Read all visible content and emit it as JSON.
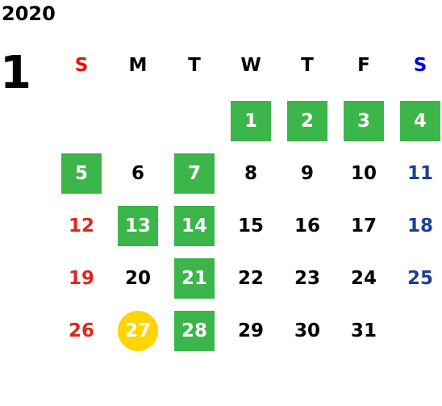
{
  "year": "2020",
  "month": "1",
  "colors": {
    "sunday": "#e0261f",
    "saturday": "#1c3f95",
    "sunday_header": "#ff0000",
    "saturday_header": "#0000dd",
    "green_highlight": "#3cb54a",
    "yellow_highlight": "#ffd400"
  },
  "weekdays": [
    "S",
    "M",
    "T",
    "W",
    "T",
    "F",
    "S"
  ],
  "first_weekday_index": 3,
  "days": [
    {
      "label": "1",
      "style": "green"
    },
    {
      "label": "2",
      "style": "green"
    },
    {
      "label": "3",
      "style": "green"
    },
    {
      "label": "4",
      "style": "green"
    },
    {
      "label": "5",
      "style": "green"
    },
    {
      "label": "6",
      "style": "plain"
    },
    {
      "label": "7",
      "style": "green"
    },
    {
      "label": "8",
      "style": "plain"
    },
    {
      "label": "9",
      "style": "plain"
    },
    {
      "label": "10",
      "style": "plain"
    },
    {
      "label": "11",
      "style": "plain"
    },
    {
      "label": "12",
      "style": "plain"
    },
    {
      "label": "13",
      "style": "green"
    },
    {
      "label": "14",
      "style": "green"
    },
    {
      "label": "15",
      "style": "plain"
    },
    {
      "label": "16",
      "style": "plain"
    },
    {
      "label": "17",
      "style": "plain"
    },
    {
      "label": "18",
      "style": "plain"
    },
    {
      "label": "19",
      "style": "plain"
    },
    {
      "label": "20",
      "style": "plain"
    },
    {
      "label": "21",
      "style": "green"
    },
    {
      "label": "22",
      "style": "plain"
    },
    {
      "label": "23",
      "style": "plain"
    },
    {
      "label": "24",
      "style": "plain"
    },
    {
      "label": "25",
      "style": "plain"
    },
    {
      "label": "26",
      "style": "plain"
    },
    {
      "label": "27",
      "style": "yellow-circle"
    },
    {
      "label": "28",
      "style": "green"
    },
    {
      "label": "29",
      "style": "plain"
    },
    {
      "label": "30",
      "style": "plain"
    },
    {
      "label": "31",
      "style": "plain"
    }
  ]
}
